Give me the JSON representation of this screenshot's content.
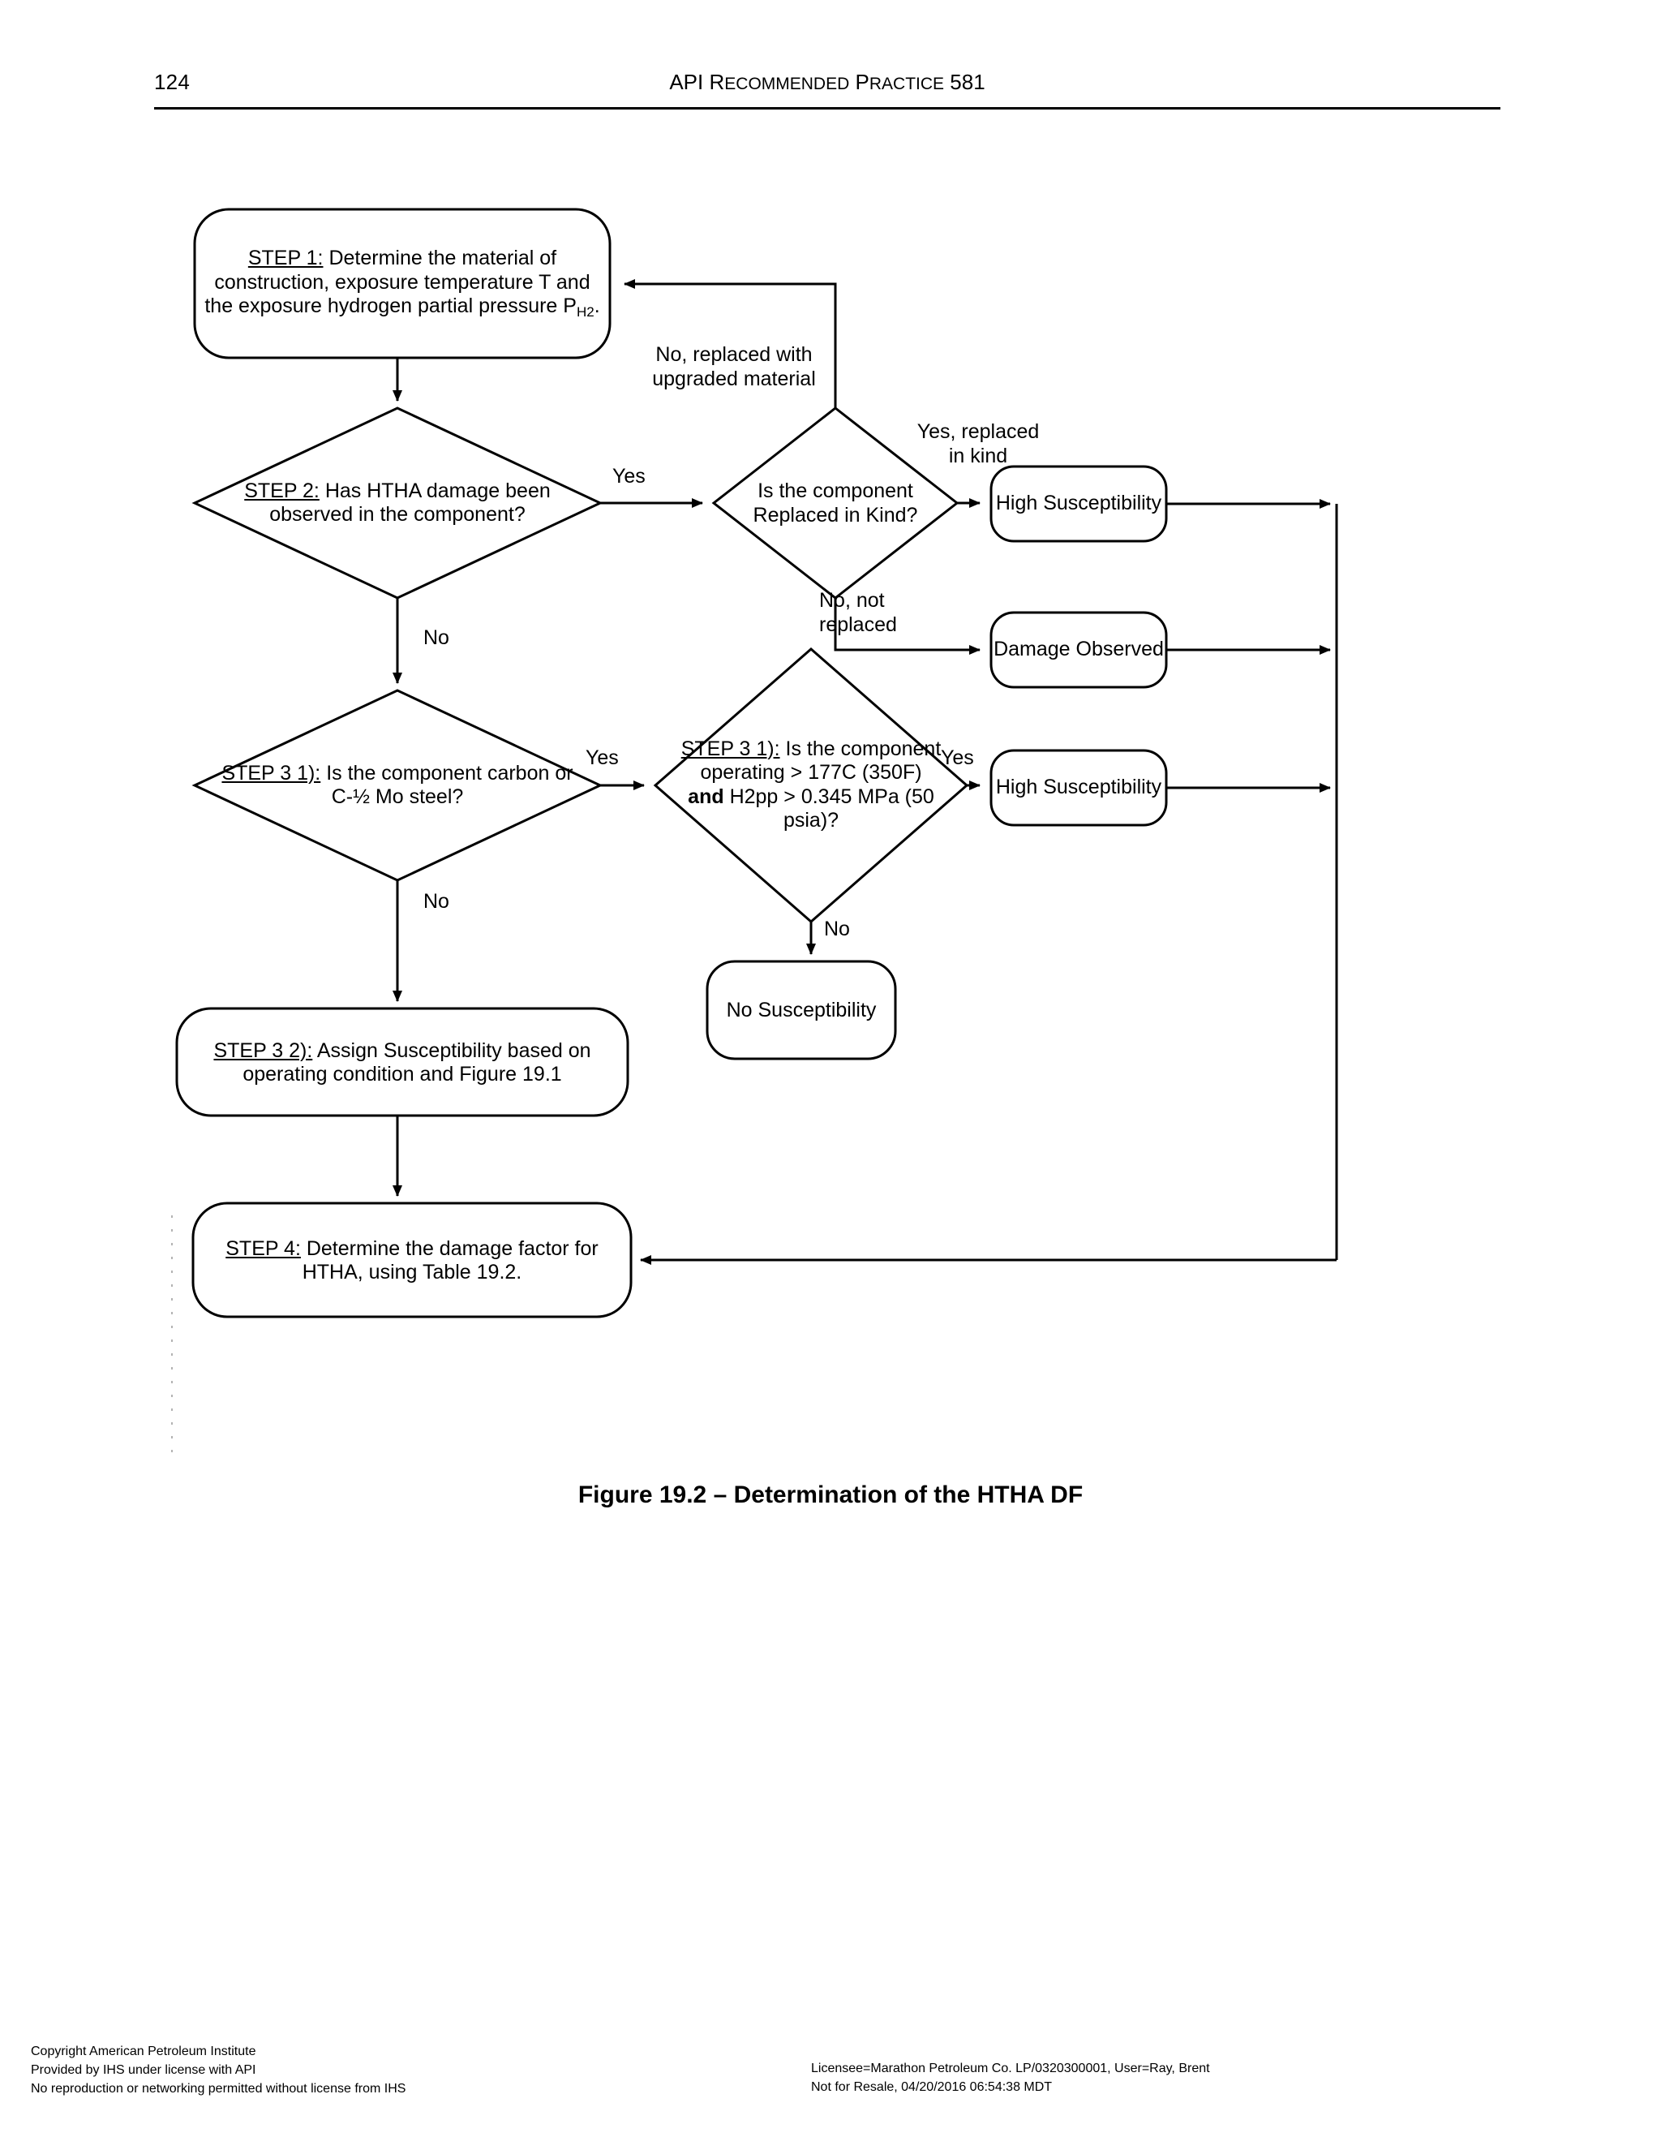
{
  "header": {
    "page_number": "124",
    "title_main": "API R",
    "title_sc1": "ECOMMENDED",
    "title_main2": " P",
    "title_sc2": "RACTICE",
    "title_tail": " 581",
    "title_plain": "API Recommended Practice 581"
  },
  "figure": {
    "caption": "Figure 19.2 – Determination of the HTHA DF"
  },
  "flow": {
    "nodes": {
      "step1": {
        "label_step": "STEP 1:",
        "text": " Determine the material of construction, exposure temperature T and the exposure hydrogen partial pressure P",
        "sub": "H2",
        "tail": ".",
        "shape": "rounded-rectangle"
      },
      "step2": {
        "label_step": "STEP 2:",
        "text": " Has HTHA damage been observed in the component?",
        "shape": "diamond"
      },
      "replaced_in_kind": {
        "text": "Is the component Replaced in Kind?",
        "shape": "diamond"
      },
      "high_susceptibility_1": {
        "text": "High Susceptibility",
        "shape": "rounded-rectangle"
      },
      "damage_observed": {
        "text": "Damage Observed",
        "shape": "rounded-rectangle"
      },
      "step3_1_material": {
        "label_step": "STEP 3 1):",
        "text": " Is the component carbon or C-½ Mo steel?",
        "shape": "diamond"
      },
      "step3_1_operating": {
        "label_step": "STEP 3 1):",
        "line1": " Is the component",
        "line2": "operating > 177C (350F)",
        "bold_and": "and",
        "line3": " H2pp > 0.345 MPa (50",
        "line4": "psia)?",
        "shape": "diamond"
      },
      "high_susceptibility_2": {
        "text": "High Susceptibility",
        "shape": "rounded-rectangle"
      },
      "no_susceptibility": {
        "text": "No Susceptibility",
        "shape": "rounded-rectangle"
      },
      "step3_2": {
        "label_step": "STEP 3 2):",
        "text": " Assign Susceptibility based on operating condition and Figure 19.1",
        "shape": "rounded-rectangle"
      },
      "step4": {
        "label_step": "STEP 4:",
        "text": " Determine the damage factor for HTHA, using Table 19.2.",
        "shape": "rounded-rectangle"
      }
    },
    "edge_labels": {
      "step2_yes": "Yes",
      "step2_no": "No",
      "rik_no_upgraded_l1": "No, replaced with",
      "rik_no_upgraded_l2": "upgraded material",
      "rik_yes_l1": "Yes, replaced",
      "rik_yes_l2": "in kind",
      "rik_no_l1": "No, not",
      "rik_no_l2": "replaced",
      "step3_material_yes": "Yes",
      "step3_material_no": "No",
      "step3_op_yes": "Yes",
      "step3_op_no": "No"
    }
  },
  "footer": {
    "left": [
      "Copyright American Petroleum Institute",
      "Provided by IHS under license with API",
      "No reproduction or networking permitted without license from IHS"
    ],
    "right": [
      "Licensee=Marathon Petroleum Co. LP/0320300001, User=Ray, Brent",
      "Not for Resale, 04/20/2016 06:54:38 MDT"
    ]
  }
}
